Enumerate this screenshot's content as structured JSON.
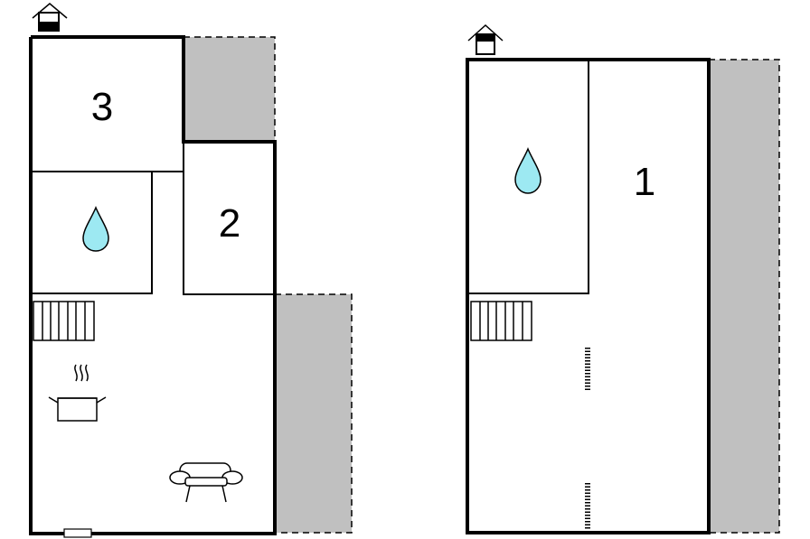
{
  "plans": [
    {
      "name": "ground-floor",
      "rooms": [
        {
          "id": "room-3",
          "label": "3"
        },
        {
          "id": "room-2",
          "label": "2"
        }
      ],
      "icons": [
        "entrance-icon",
        "bathroom-drop-icon",
        "stairs-icon",
        "kitchen-pot-icon",
        "sofa-icon",
        "door-icon"
      ]
    },
    {
      "name": "upper-floor",
      "rooms": [
        {
          "id": "room-1",
          "label": "1"
        }
      ],
      "icons": [
        "entrance-icon",
        "bathroom-drop-icon",
        "stairs-icon",
        "window-mark-icon"
      ]
    }
  ],
  "colors": {
    "terrace": "#c0c0c0",
    "water": "#9de9f2",
    "wall": "#000000"
  }
}
